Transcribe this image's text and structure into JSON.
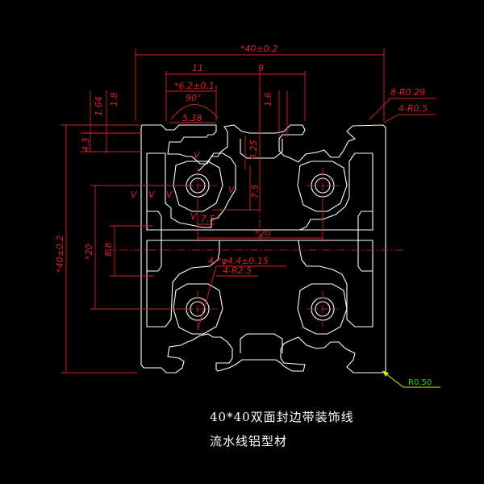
{
  "dims": {
    "overall_width": "*40±0.2",
    "overall_height": "*40±0.2",
    "slot_left": "11",
    "slot_right": "9",
    "slot_opening": "*6.2±0.1",
    "angle": "90°",
    "inner_width": "5.38",
    "d_164": "1.64",
    "d_18": "1.8",
    "d_43": "4.3",
    "d_625": "6.25",
    "d_16": "1.6",
    "d_75_v": "7.5",
    "d_75_h": "7.5",
    "center_h": "*20",
    "center_v": "*20",
    "d_88": "8.8",
    "hole": "4-*φ4.4±0.15",
    "hole_radius": "4-R2.5",
    "corner_radius_small": "8-R0.29",
    "corner_radius": "4-R0.5",
    "outer_radius": "R0.50",
    "v_mark": "V"
  },
  "caption": {
    "line1": "40*40双面封边带装饰线",
    "line2": "流水线铝型材"
  }
}
